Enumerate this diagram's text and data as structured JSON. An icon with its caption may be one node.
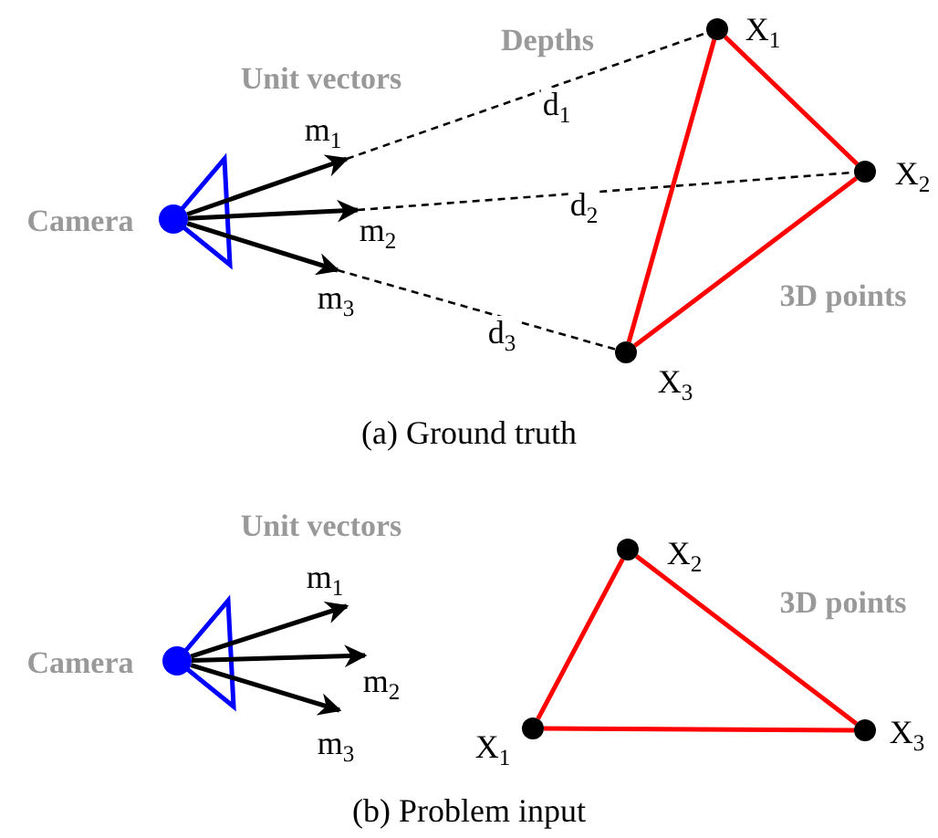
{
  "diagram": {
    "nodes": [
      {
        "text": [],
        "shape": "circle",
        "beside": [
          "Camera"
        ]
      },
      {
        "text": [],
        "shape": "circle",
        "beside": [
          "X$_{1}$"
        ]
      },
      {
        "text": [],
        "shape": "circle",
        "beside": [
          "X$_{2}$"
        ]
      },
      {
        "text": [],
        "shape": "circle",
        "beside": [
          "X$_{3}$"
        ]
      },
      {
        "text": [],
        "shape": "circle",
        "beside": [
          "Camera"
        ]
      },
      {
        "text": [],
        "shape": "circle",
        "beside": [
          "X$_{1}$"
        ]
      },
      {
        "text": [],
        "shape": "circle",
        "beside": [
          "X$_{2}$"
        ]
      },
      {
        "text": [],
        "shape": "circle",
        "beside": [
          "X$_{3}$"
        ]
      }
    ],
    "edges": [
      {
        "from": 0,
        "to": null,
        "arrow": "to",
        "label": "m$_{1}$"
      },
      {
        "from": 0,
        "to": null,
        "arrow": "to",
        "label": "m$_{2}$"
      },
      {
        "from": 0,
        "to": null,
        "arrow": "to",
        "label": "m$_{3}$"
      },
      {
        "from": null,
        "to": 1,
        "arrow": "none",
        "style": "dashed",
        "label": "d$_{1}$"
      },
      {
        "from": null,
        "to": 2,
        "arrow": "none",
        "style": "dashed",
        "label": "d$_{2}$"
      },
      {
        "from": null,
        "to": 3,
        "arrow": "none",
        "style": "dashed",
        "label": "d$_{3}$"
      },
      {
        "from": 1,
        "to": 2,
        "arrow": "none",
        "color": "#ff0000"
      },
      {
        "from": 1,
        "to": 3,
        "arrow": "none",
        "color": "#ff0000"
      },
      {
        "from": 2,
        "to": 3,
        "arrow": "none",
        "color": "#ff0000"
      },
      {
        "from": 4,
        "to": null,
        "arrow": "to",
        "label": "m$_{1}$"
      },
      {
        "from": 4,
        "to": null,
        "arrow": "to",
        "label": "m$_{2}$"
      },
      {
        "from": 4,
        "to": null,
        "arrow": "to",
        "label": "m$_{3}$"
      },
      {
        "from": 5,
        "to": 6,
        "arrow": "none",
        "color": "#ff0000"
      },
      {
        "from": 6,
        "to": 7,
        "arrow": "none",
        "color": "#ff0000"
      },
      {
        "from": 5,
        "to": 7,
        "arrow": "none",
        "color": "#ff0000"
      }
    ],
    "labels": [
      "Depths",
      "Unit vectors",
      "3D points",
      "(a) Ground truth",
      "Unit vectors",
      "3D points",
      "(b) Problem input"
    ]
  }
}
